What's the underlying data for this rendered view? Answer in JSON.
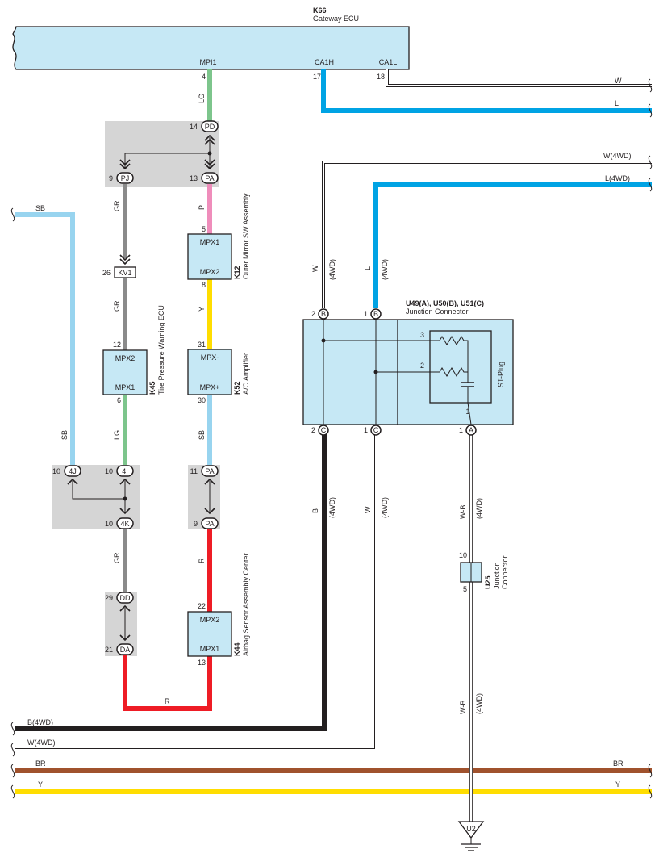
{
  "gateway_ecu": {
    "code": "K66",
    "name": "Gateway ECU",
    "pins": {
      "mpi1": "MPI1",
      "ca1h": "CA1H",
      "ca1l": "CA1L"
    },
    "pin_numbers": {
      "mpi1": "4",
      "ca1h": "17",
      "ca1l": "18"
    }
  },
  "outer_mirror": {
    "code": "K12",
    "name": "Outer Mirror SW Assembly",
    "top_label": "MPX1",
    "bottom_label": "MPX2",
    "top_pin": "5",
    "bottom_pin": "8"
  },
  "tpw_ecu": {
    "code": "K45",
    "name": "Tire Pressure Warning ECU",
    "top_label": "MPX2",
    "bottom_label": "MPX1",
    "top_pin": "12",
    "bottom_pin": "6"
  },
  "ac_amp": {
    "code": "K52",
    "name": "A/C Amplifier",
    "top_label": "MPX-",
    "bottom_label": "MPX+",
    "top_pin": "31",
    "bottom_pin": "30"
  },
  "airbag": {
    "code": "K44",
    "name": "Airbag Sensor Assembly Center",
    "top_label": "MPX2",
    "bottom_label": "MPX1",
    "top_pin": "22",
    "bottom_pin": "13"
  },
  "junction_connector": {
    "code": "U49(A), U50(B), U51(C)",
    "name": "Junction Connector",
    "st_plug": "ST-Plug",
    "inner_pins": [
      "3",
      "2",
      "1"
    ]
  },
  "u25": {
    "code": "U25",
    "name_line1": "Junction",
    "name_line2": "Connector",
    "top_pin": "10",
    "bottom_pin": "5"
  },
  "ground": {
    "label": "U2"
  },
  "connectors": {
    "pd": "PD",
    "pj": "PJ",
    "pa1": "PA",
    "kv1": "KV1",
    "j4": "4J",
    "i4": "4I",
    "k4": "4K",
    "pa2": "PA",
    "pa3": "PA",
    "dd": "DD",
    "da": "DA",
    "jb1": "B",
    "jb2": "B",
    "jc1": "C",
    "jc2": "C",
    "ja": "A"
  },
  "pin_numbers": {
    "pd": "14",
    "pj": "9",
    "pa1": "13",
    "kv1": "26",
    "j4": "10",
    "i4": "10",
    "k4": "10",
    "pa2": "11",
    "pa3": "9",
    "dd": "29",
    "da": "21",
    "jb1": "2",
    "jb2": "1",
    "jc1": "2",
    "jc2": "1",
    "ja": "1"
  },
  "wires": {
    "lg": "LG",
    "p": "P",
    "gr": "GR",
    "y": "Y",
    "sb": "SB",
    "r": "R",
    "w": "W",
    "l": "L",
    "w4wd": "W(4WD)",
    "l4wd": "L(4WD)",
    "b": "B",
    "b4wd": "B(4WD)",
    "br": "BR",
    "wb": "W-B",
    "fwd": "(4WD)"
  },
  "colors": {
    "lg": "#7dc58c",
    "p": "#ef8dbb",
    "gr": "#8a8a8a",
    "y": "#ffdd00",
    "sb": "#98d4ef",
    "r": "#ee1c25",
    "l": "#00a3e4",
    "b": "#231f20",
    "br": "#a0522d",
    "w": "#ffffff",
    "component": "#c6e8f5",
    "junction_box": "#d5d5d5"
  }
}
